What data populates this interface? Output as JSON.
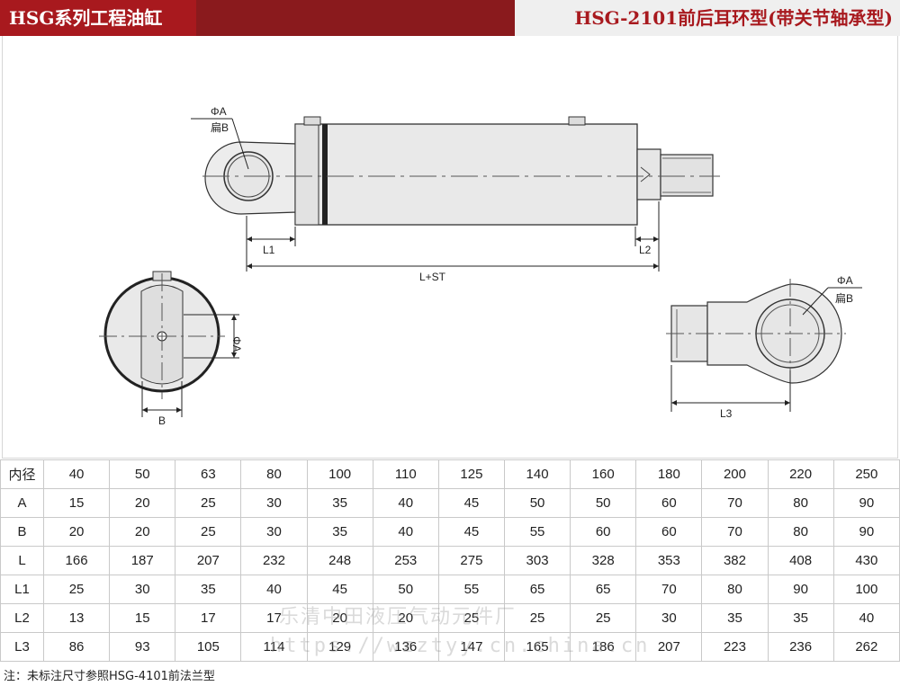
{
  "header": {
    "series_title": "HSG系列工程油缸",
    "model_title": "HSG-2101前后耳环型(带关节轴承型)"
  },
  "drawing": {
    "labels": {
      "phi_a": "ΦA",
      "flat_b": "扁B",
      "l1": "L1",
      "l2": "L2",
      "l_st": "L+ST",
      "phi_a_side": "ΦA",
      "b": "B",
      "phi_a_rod": "ΦA",
      "flat_b_rod": "扁B",
      "l3": "L3"
    }
  },
  "table": {
    "rows": [
      {
        "label": "内径",
        "values": [
          "40",
          "50",
          "63",
          "80",
          "100",
          "110",
          "125",
          "140",
          "160",
          "180",
          "200",
          "220",
          "250"
        ]
      },
      {
        "label": "A",
        "values": [
          "15",
          "20",
          "25",
          "30",
          "35",
          "40",
          "45",
          "50",
          "50",
          "60",
          "70",
          "80",
          "90"
        ]
      },
      {
        "label": "B",
        "values": [
          "20",
          "20",
          "25",
          "30",
          "35",
          "40",
          "45",
          "55",
          "60",
          "60",
          "70",
          "80",
          "90"
        ]
      },
      {
        "label": "L",
        "values": [
          "166",
          "187",
          "207",
          "232",
          "248",
          "253",
          "275",
          "303",
          "328",
          "353",
          "382",
          "408",
          "430"
        ]
      },
      {
        "label": "L1",
        "values": [
          "25",
          "30",
          "35",
          "40",
          "45",
          "50",
          "55",
          "65",
          "65",
          "70",
          "80",
          "90",
          "100"
        ]
      },
      {
        "label": "L2",
        "values": [
          "13",
          "15",
          "17",
          "17",
          "20",
          "20",
          "25",
          "25",
          "25",
          "30",
          "35",
          "35",
          "40"
        ]
      },
      {
        "label": "L3",
        "values": [
          "86",
          "93",
          "105",
          "114",
          "129",
          "136",
          "147",
          "165",
          "186",
          "207",
          "223",
          "236",
          "262"
        ]
      }
    ]
  },
  "note": "注：未标注尺寸参照HSG-4101前法兰型",
  "watermark": {
    "line1": "乐清中田液压气动元件厂",
    "line2": "https://wzztyy.cn.china.cn"
  }
}
